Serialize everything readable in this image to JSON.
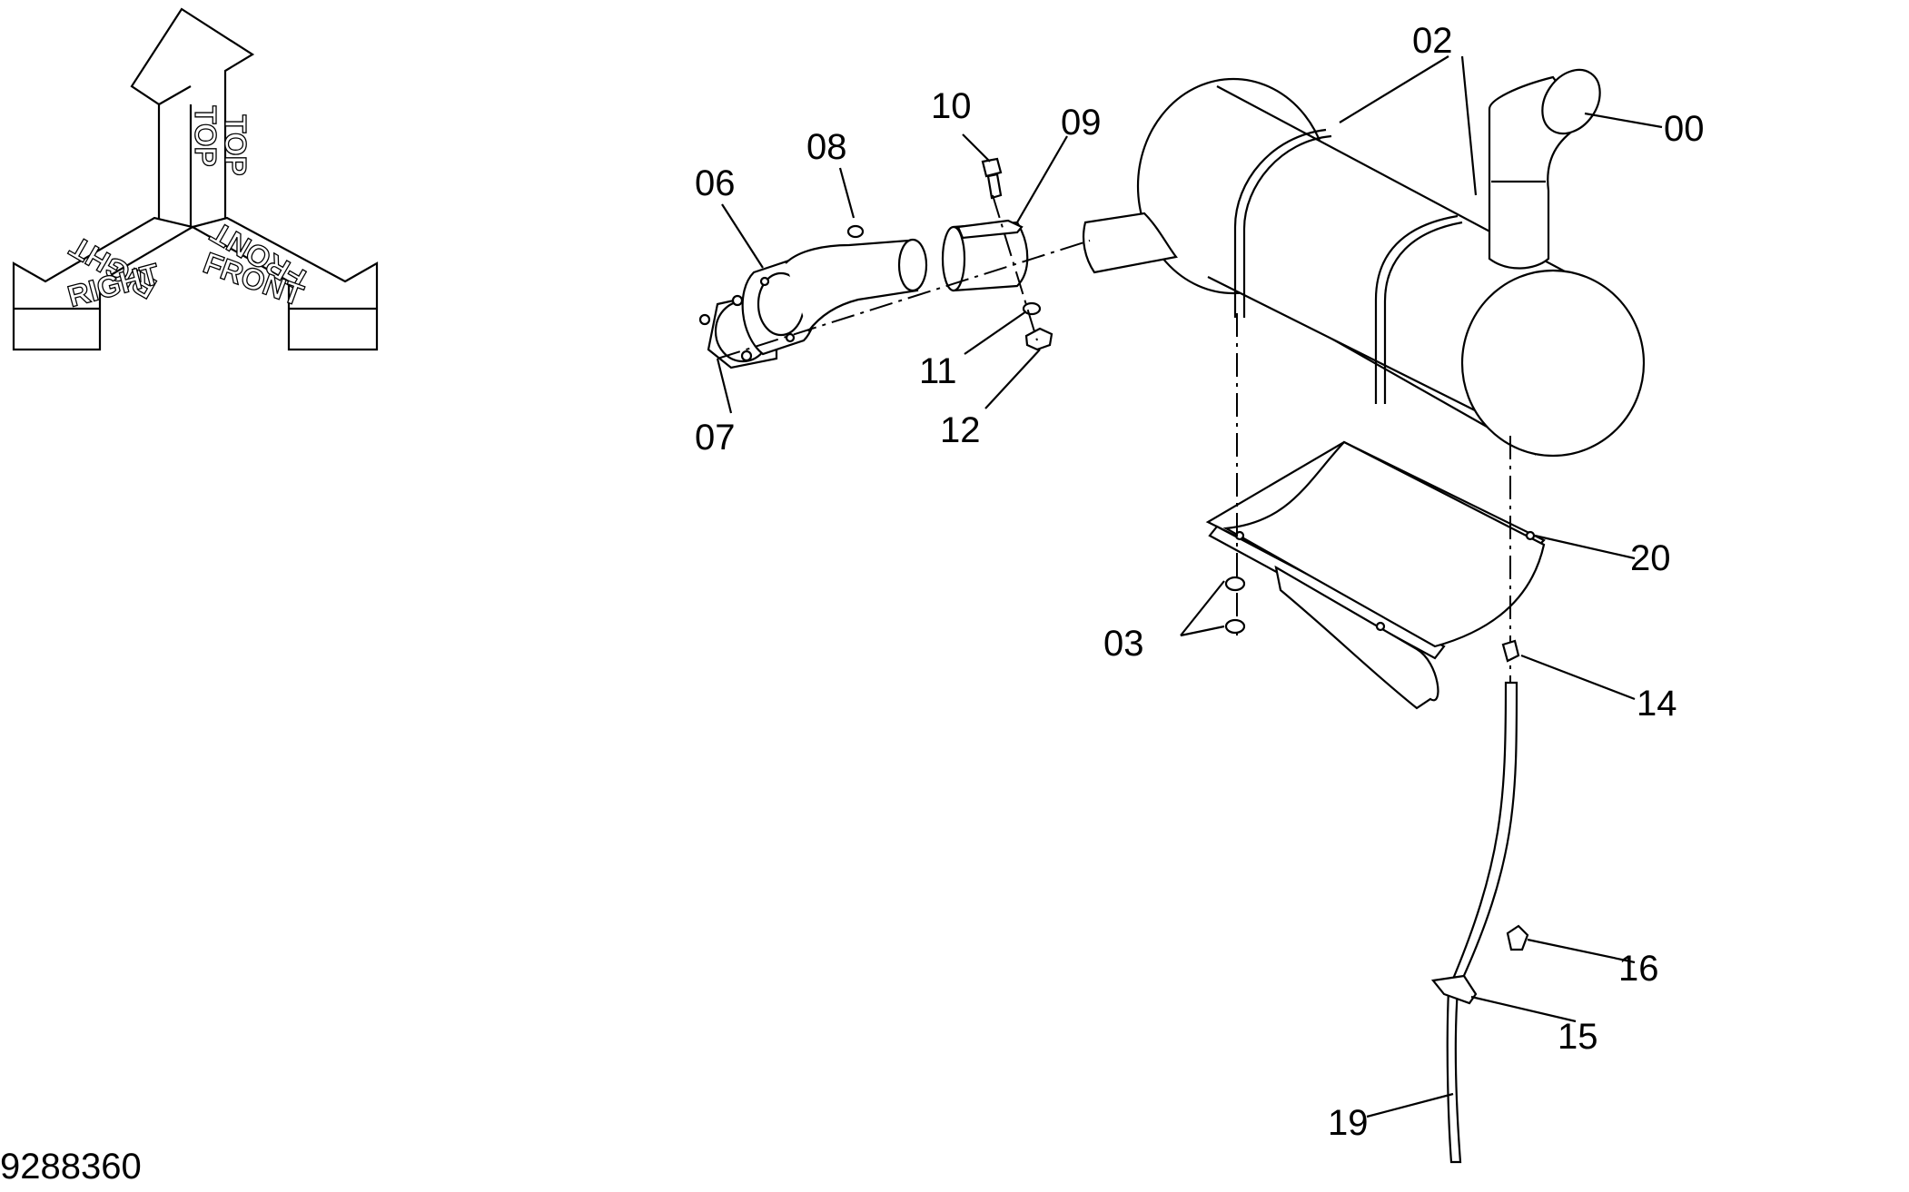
{
  "orientation": {
    "top_label": "TOP",
    "right_label": "RIGHT",
    "front_label": "FRONT"
  },
  "drawing_number": "9288360",
  "callouts": [
    {
      "id": "00"
    },
    {
      "id": "02"
    },
    {
      "id": "03"
    },
    {
      "id": "06"
    },
    {
      "id": "07"
    },
    {
      "id": "08"
    },
    {
      "id": "09"
    },
    {
      "id": "10"
    },
    {
      "id": "11"
    },
    {
      "id": "12"
    },
    {
      "id": "14"
    },
    {
      "id": "15"
    },
    {
      "id": "16"
    },
    {
      "id": "19"
    },
    {
      "id": "20"
    }
  ]
}
